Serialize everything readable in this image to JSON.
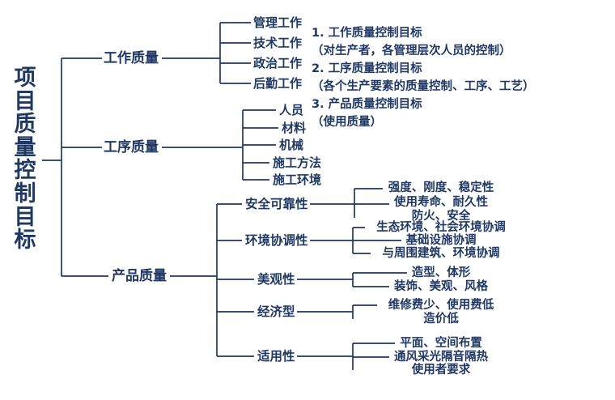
{
  "diagram": {
    "title": "项目质量控制目标",
    "colors": {
      "ink": "#1f3864",
      "background": "#ffffff"
    },
    "branches": [
      {
        "label": "工作质量",
        "children": [
          "管理工作",
          "技术工作",
          "政治工作",
          "后勤工作"
        ]
      },
      {
        "label": "工序质量",
        "children": [
          "人员",
          "材料",
          "机械",
          "施工方法",
          "施工环境"
        ]
      },
      {
        "label": "产品质量",
        "groups": [
          {
            "label": "安全可靠性",
            "items": [
              "强度、刚度、稳定性",
              "使用寿命、耐久性",
              "防火、安全"
            ]
          },
          {
            "label": "环境协调性",
            "items": [
              "生态环境、社会环境协调",
              "基础设施协调",
              "与周围建筑、环境协调"
            ]
          },
          {
            "label": "美观性",
            "items": [
              "造型、体形",
              "装饰、美观、风格"
            ]
          },
          {
            "label": "经济型",
            "items": [
              "维修费少、使用费低",
              "造价低"
            ]
          },
          {
            "label": "适用性",
            "items": [
              "平面、空间布置",
              "通风采光隔音隔热",
              "使用者要求"
            ]
          }
        ]
      }
    ],
    "notes": [
      "1. 工作质量控制目标",
      "（对生产者，各管理层次人员的控制）",
      "2. 工序质量控制目标",
      "（各个生产要素的质量控制、工序、工艺）",
      "3. 产品质量控制目标",
      "（使用质量）"
    ]
  }
}
